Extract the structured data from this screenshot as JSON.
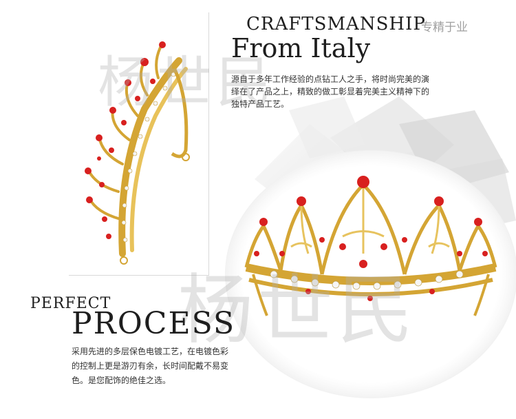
{
  "watermark": "杨世民",
  "craftsmanship": {
    "title": "CRAFTSMANSHIP",
    "title_cn": "专精于业",
    "subtitle": "From Italy",
    "lines": [
      "源自于多年工作经验的点钻工人之手，将时尚完美的演",
      "绎在了产品之上，精致的做工彰显着完美主义精神下的",
      "独特产品工艺。"
    ]
  },
  "process": {
    "label_small": "PERFECT",
    "label_big": "PROCESS",
    "lines": [
      "采用先进的多层保色电镀工艺，在电镀色彩",
      "的控制上更是游刃有余，长时间配戴不易变",
      "色。是您配饰的绝佳之选。"
    ]
  },
  "colors": {
    "gold": "#d4a534",
    "ruby": "#d8201f",
    "text": "#1e1e1e",
    "muted": "#a0a0a0"
  }
}
